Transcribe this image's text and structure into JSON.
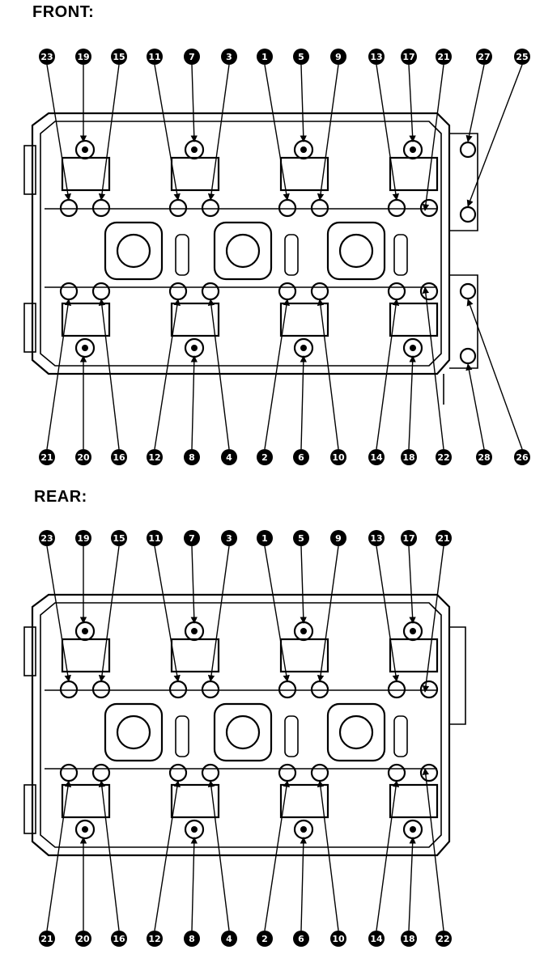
{
  "front": {
    "title": "FRONT:",
    "top_labels": [
      "23",
      "19",
      "15",
      "11",
      "7",
      "3",
      "1",
      "5",
      "9",
      "13",
      "17",
      "21",
      "27",
      "25"
    ],
    "bottom_labels": [
      "21",
      "20",
      "16",
      "12",
      "8",
      "4",
      "2",
      "6",
      "10",
      "14",
      "18",
      "22",
      "28",
      "26"
    ]
  },
  "rear": {
    "title": "REAR:",
    "top_labels": [
      "23",
      "19",
      "15",
      "11",
      "7",
      "3",
      "1",
      "5",
      "9",
      "13",
      "17",
      "21"
    ],
    "bottom_labels": [
      "21",
      "20",
      "16",
      "12",
      "8",
      "4",
      "2",
      "6",
      "10",
      "14",
      "18",
      "22"
    ]
  }
}
